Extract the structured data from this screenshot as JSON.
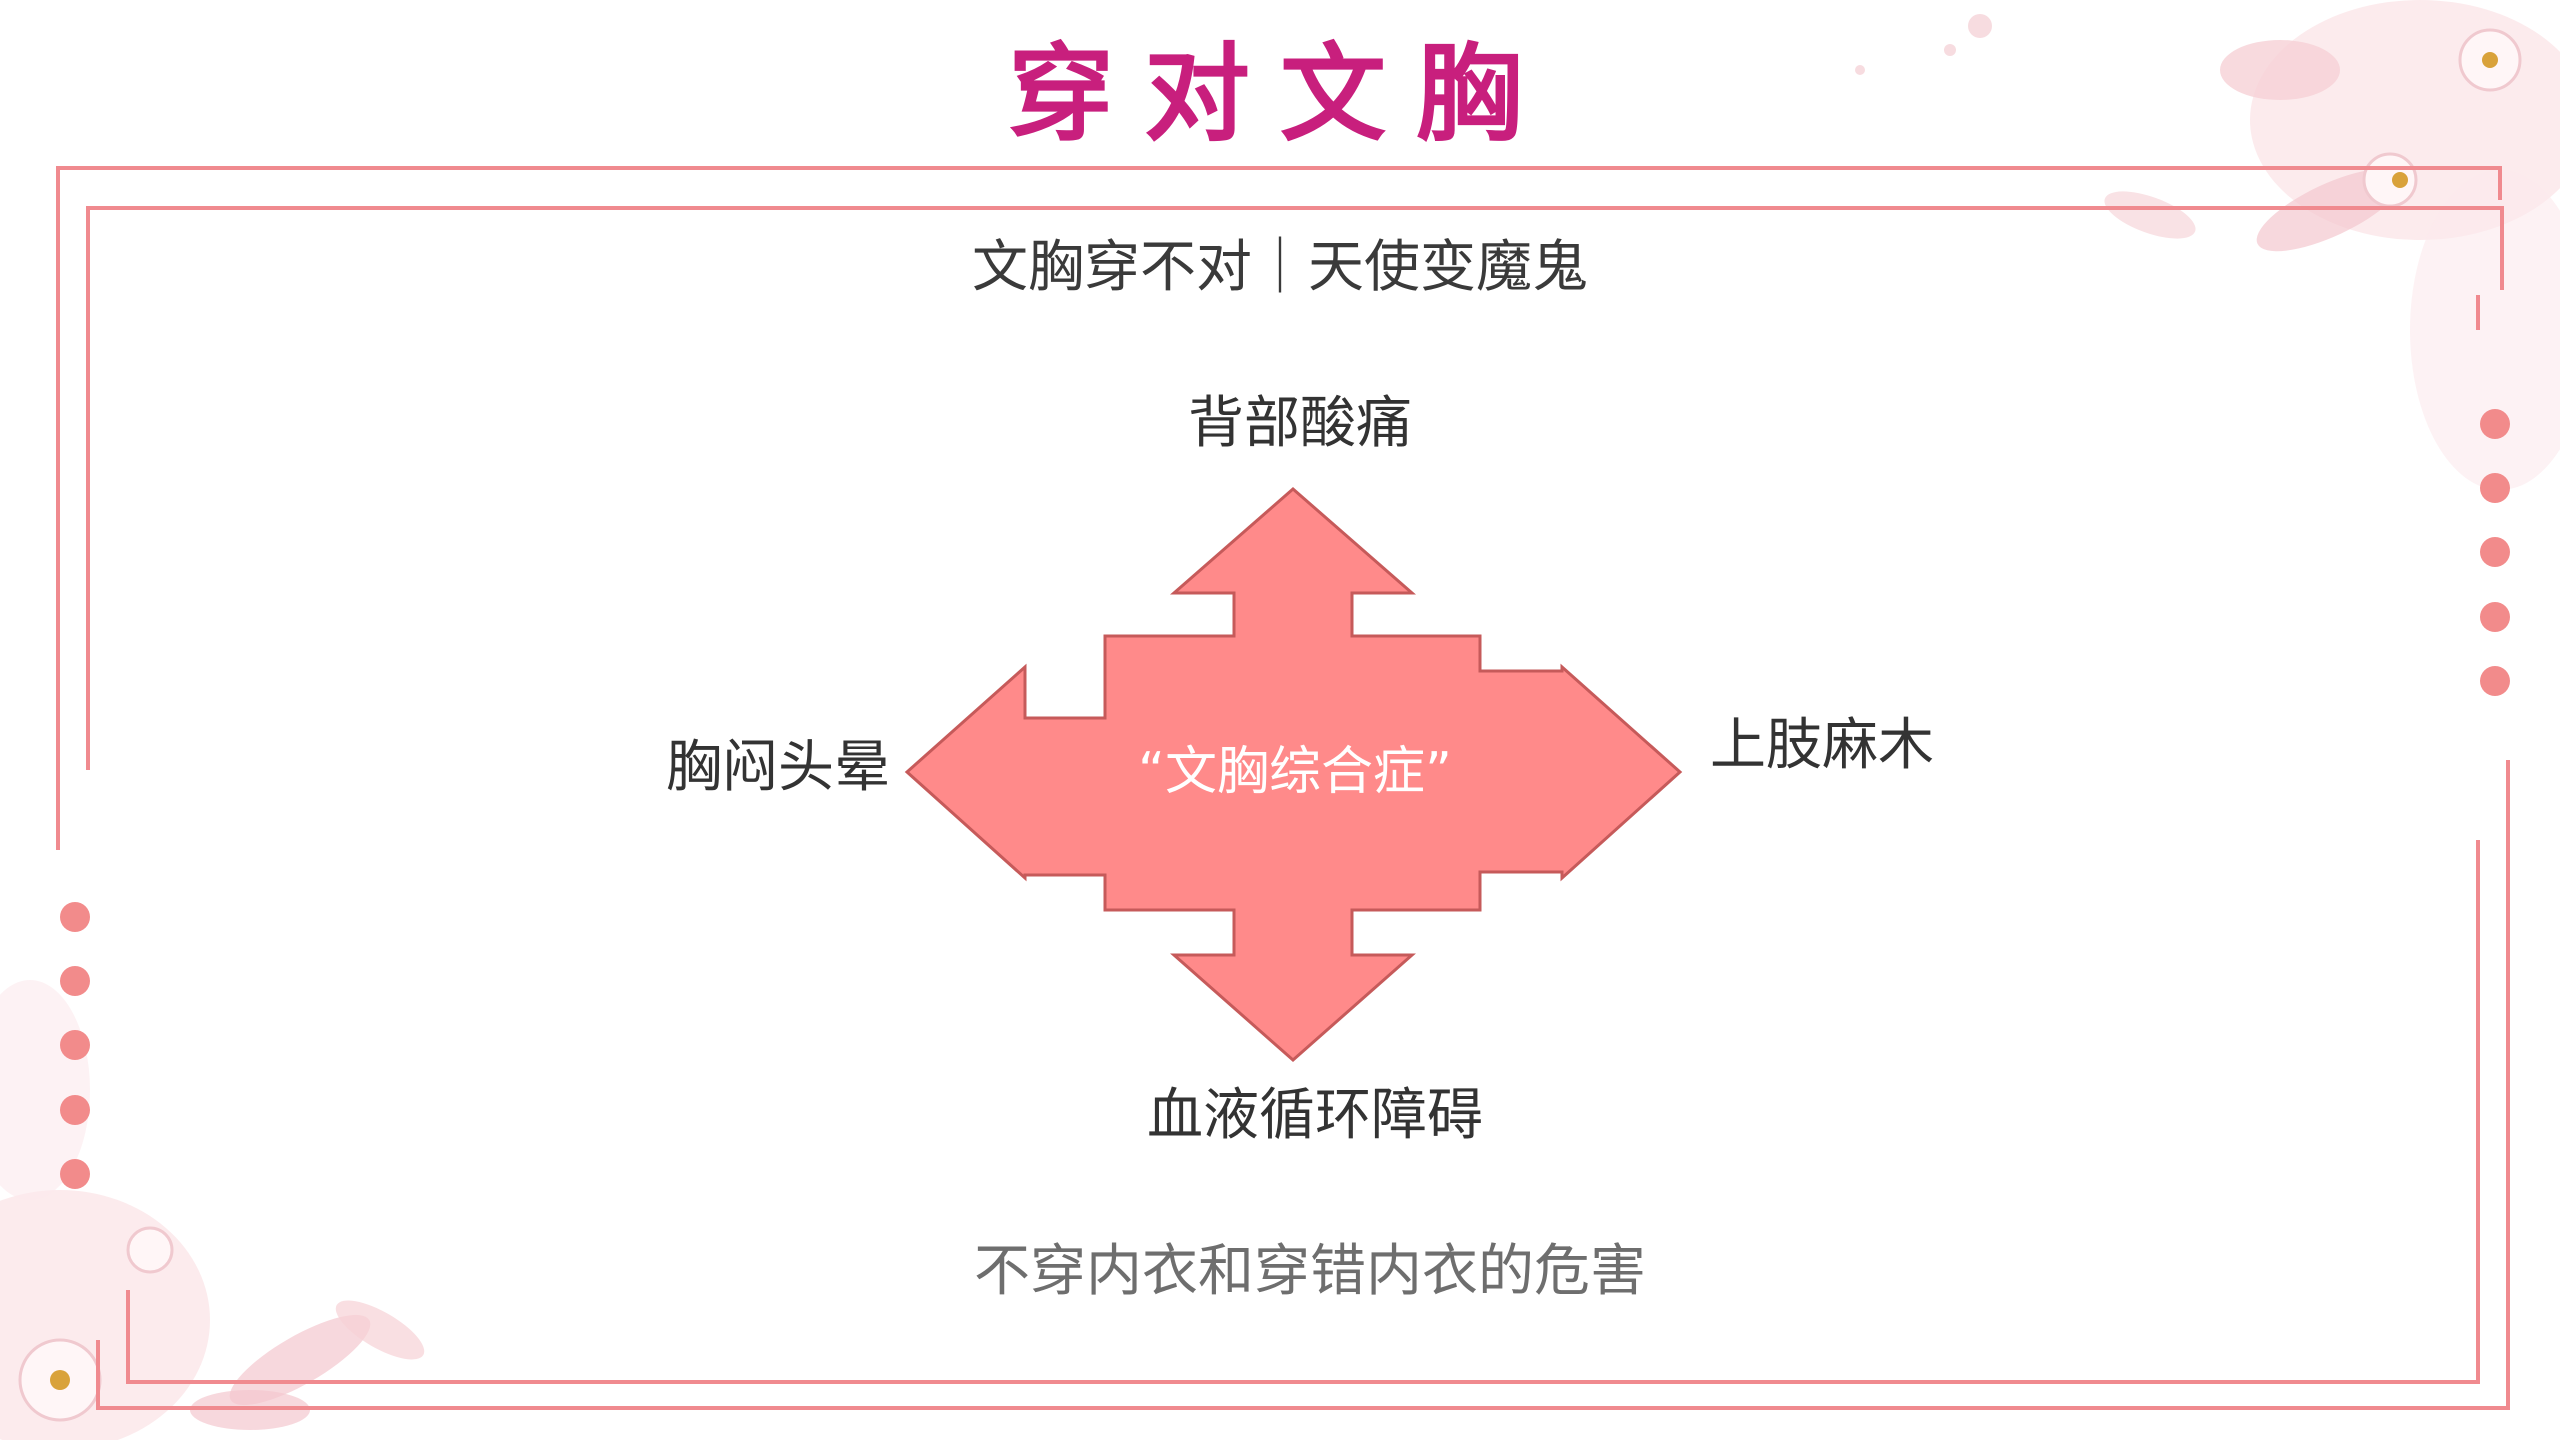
{
  "slide": {
    "title": "穿对文胸",
    "subtitle": "文胸穿不对｜天使变魔鬼",
    "center_label": "“文胸综合症”",
    "directions": {
      "top": "背部酸痛",
      "left": "胸闷头晕",
      "right": "上肢麻木",
      "bottom": "血液循环障碍"
    },
    "footer": "不穿内衣和穿错内衣的危害"
  },
  "colors": {
    "title": "#c81f7d",
    "frame": "#f08a8f",
    "arrow_fill": "#ff8a8a",
    "arrow_stroke": "#c65a5a",
    "dots": "#f28b8b",
    "text": "#333333"
  },
  "icons": [
    "cross-arrow-icon",
    "flower-icon"
  ]
}
